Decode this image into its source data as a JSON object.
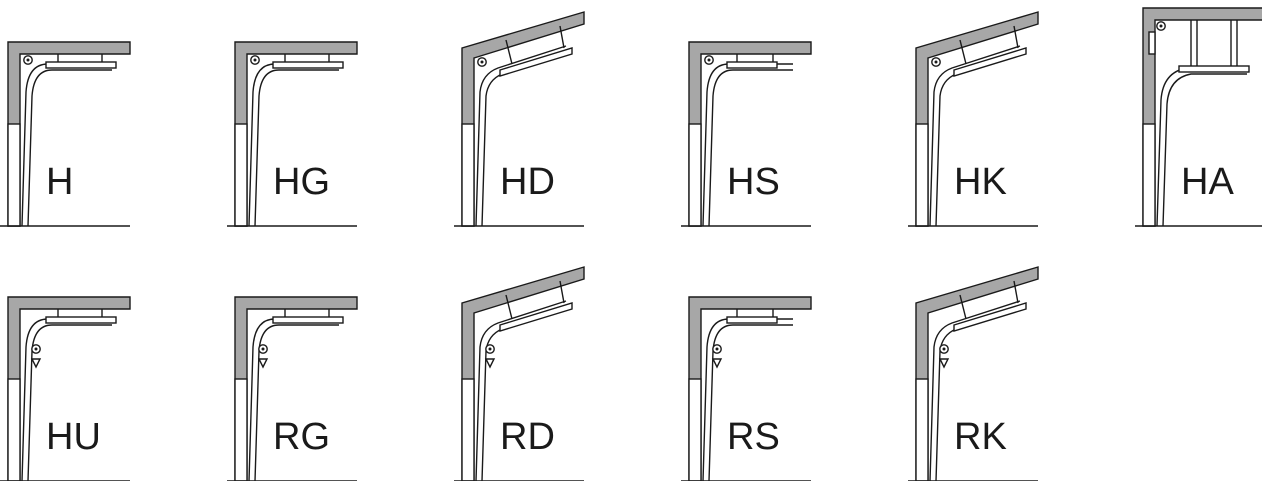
{
  "diagrams": [
    {
      "code": "H",
      "variant": "standard",
      "lower_bearing": false
    },
    {
      "code": "HG",
      "variant": "standard",
      "lower_bearing": false
    },
    {
      "code": "HD",
      "variant": "sloped",
      "lower_bearing": false
    },
    {
      "code": "HS",
      "variant": "standard-short",
      "lower_bearing": false
    },
    {
      "code": "HK",
      "variant": "sloped",
      "lower_bearing": false
    },
    {
      "code": "HA",
      "variant": "high-lift",
      "lower_bearing": false
    },
    {
      "code": "HU",
      "variant": "standard",
      "lower_bearing": true
    },
    {
      "code": "RG",
      "variant": "standard",
      "lower_bearing": true
    },
    {
      "code": "RD",
      "variant": "sloped",
      "lower_bearing": true
    },
    {
      "code": "RS",
      "variant": "standard-short",
      "lower_bearing": true
    },
    {
      "code": "RK",
      "variant": "sloped",
      "lower_bearing": true
    }
  ],
  "colors": {
    "wall": "#a7a7a7",
    "stroke": "#1a1a1a",
    "background": "#ffffff"
  }
}
